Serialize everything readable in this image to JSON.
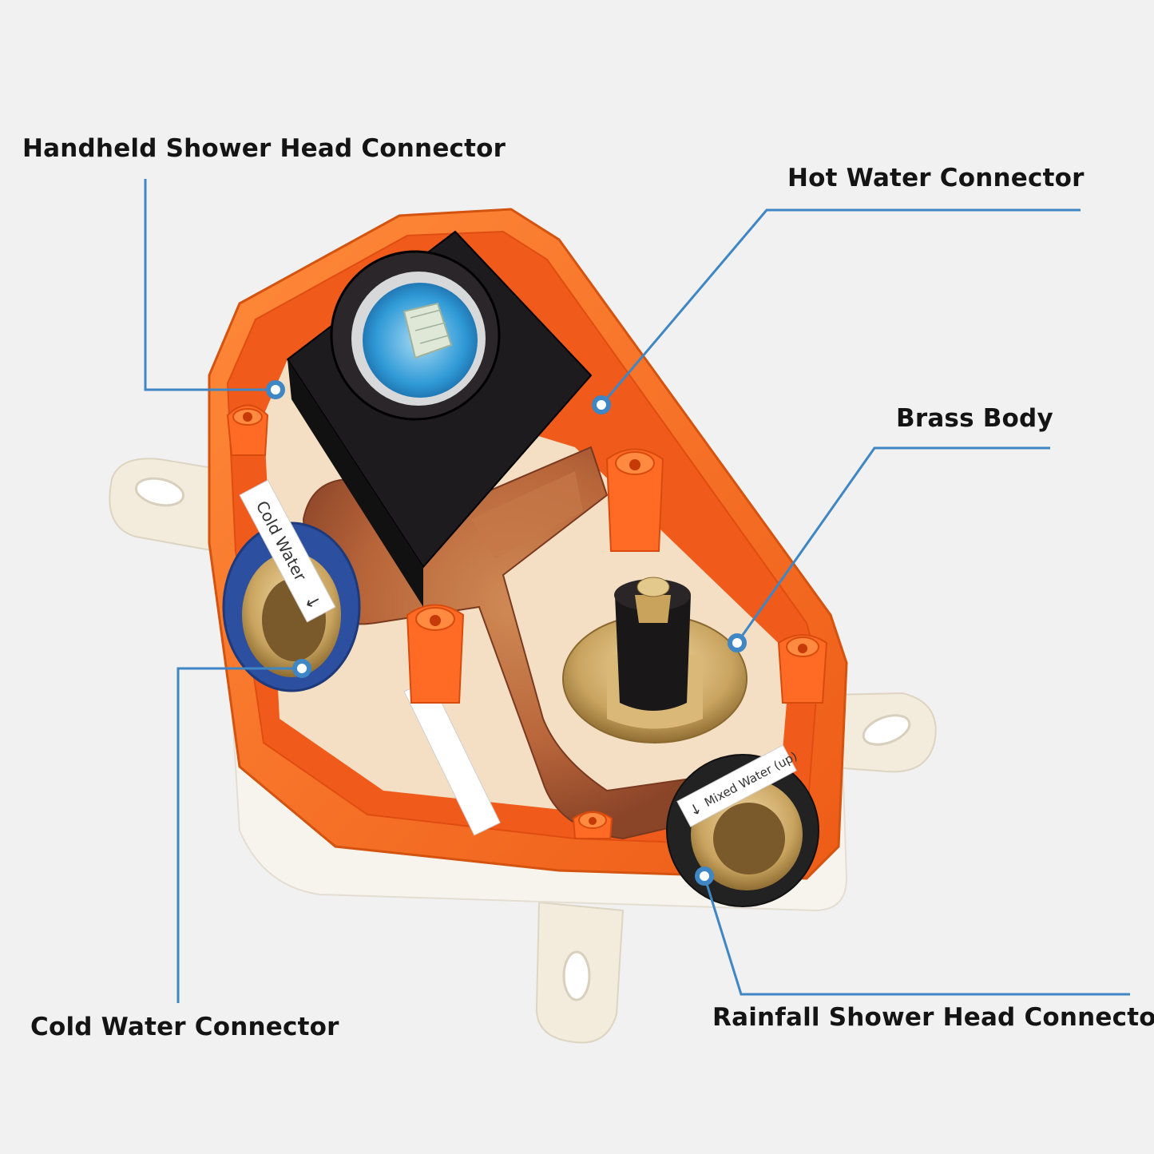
{
  "callouts": {
    "handheld": "Handheld Shower Head Connector",
    "hot": "Hot Water Connector",
    "brass": "Brass Body",
    "cold": "Cold Water Connector",
    "rainfall": "Rainfall Shower Head Connector"
  },
  "product_labels": {
    "cold_water": "Cold Water",
    "mixed_water": "Mixed Water (up)"
  },
  "colors": {
    "background": "#f1f1f1",
    "housing_orange": "#f26a1b",
    "housing_inner": "#f05a1a",
    "brass": "#b8653a",
    "callout_line": "#3e86c4",
    "mount_tab": "#f3ecdc",
    "valve_black": "#1d1b1d",
    "cartridge_blue": "#2f9ad6"
  },
  "icons": [
    "cold-water-arrow-icon",
    "mixed-water-arrow-icon"
  ]
}
